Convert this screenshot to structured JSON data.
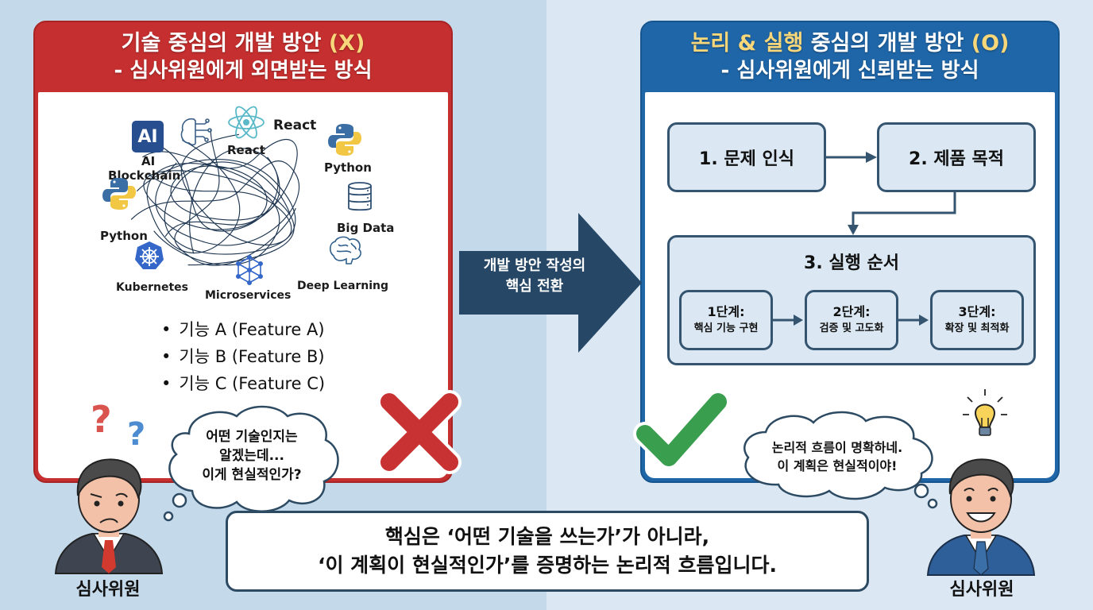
{
  "left_panel": {
    "title_line1_main": "기술 중심의 개발 방안 ",
    "title_line1_mark": "(X)",
    "title_line2": "- 심사위원에게 외면받는 방식",
    "tech_labels": [
      "AI",
      "React",
      "React",
      "AI",
      "Blockchain",
      "Python",
      "Python",
      "Big Data",
      "Kubernetes",
      "Microservices",
      "Deep Learning"
    ],
    "features": [
      "기능 A (Feature A)",
      "기능 B (Feature B)",
      "기능 C (Feature C)"
    ],
    "thought": [
      "어떤 기술인지는",
      "알겠는데...",
      "이게 현실적인가?"
    ],
    "person_label": "심사위원",
    "verdict_icon": "cross-icon"
  },
  "center_arrow": {
    "line1": "개발 방안 작성의",
    "line2": "핵심 전환"
  },
  "right_panel": {
    "title_hl": "논리 & 실행",
    "title_line1_main": " 중심의 개발 방안 ",
    "title_line1_mark": "(O)",
    "title_line2": "- 심사위원에게 신뢰받는 방식",
    "flow": {
      "step1": "1. 문제 인식",
      "step2": "2. 제품 목적",
      "step3": "3. 실행 순서",
      "stages": [
        {
          "title": "1단계:",
          "desc": "핵심 기능 구현"
        },
        {
          "title": "2단계:",
          "desc": "검증 및 고도화"
        },
        {
          "title": "3단계:",
          "desc": "확장 및 최적화"
        }
      ]
    },
    "thought": [
      "논리적 흐름이 명확하네.",
      "이 계획은 현실적이야!"
    ],
    "person_label": "심사위원",
    "verdict_icon": "check-icon"
  },
  "bottom": {
    "line1": "핵심은 ‘어떤 기술을 쓰는가’가 아니라,",
    "line2": "‘이 계획이 현실적인가’를 증명하는 논리적 흐름입니다."
  },
  "colors": {
    "left_accent": "#c62f2f",
    "right_accent": "#1f66a8",
    "highlight": "#f7d77a",
    "navy": "#264866",
    "check_green": "#3a9e4f"
  }
}
